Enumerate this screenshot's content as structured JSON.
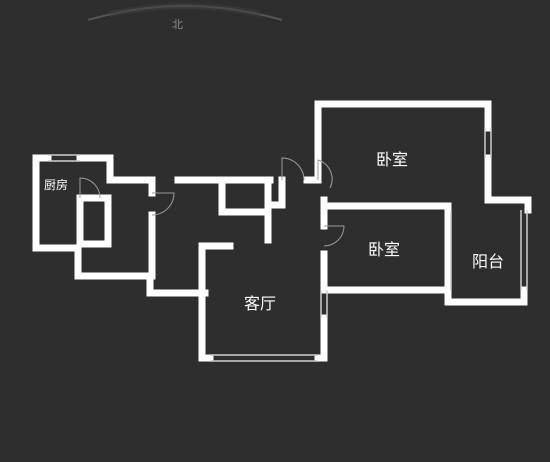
{
  "compass": {
    "label": "北",
    "icon": "compass-arc-icon"
  },
  "rooms": {
    "kitchen": "厨房",
    "bedroom_1": "卧室",
    "bedroom_2": "卧室",
    "balcony": "阳台",
    "living_room": "客厅"
  },
  "colors": {
    "background": "#2e2e2e",
    "wall": "#ffffff",
    "window": "#cfcfcf",
    "door": "#9a9a9a",
    "label": "#ffffff"
  }
}
